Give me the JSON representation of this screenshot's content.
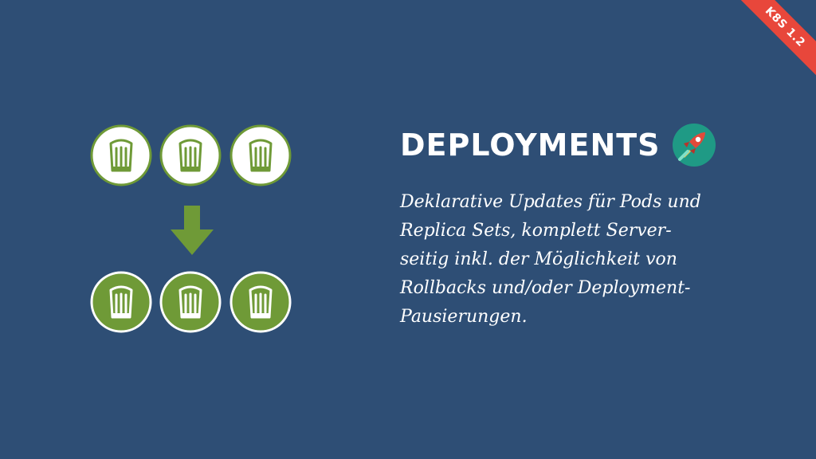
{
  "slide": {
    "background_color": "#2e4e75",
    "badge": {
      "label": "K8S 1.2",
      "color": "#e8473b"
    },
    "title": "DEPLOYMENTS",
    "description": "Deklarative Updates für Pods und\nReplica Sets, komplett Server-\nseitig inkl. der Möglichkeit von\nRollbacks und/oder Deployment-\nPausierungen.",
    "rocket_icon": "rocket-icon",
    "pod_icon": "chef-hat-icon",
    "arrow_icon": "arrow-down-icon",
    "colors": {
      "green": "#6f9a37",
      "white": "#ffffff",
      "rocket_badge": "#1f9a85",
      "rocket_body": "#e04a3a"
    },
    "pods": {
      "old_count": 3,
      "new_count": 3
    }
  }
}
